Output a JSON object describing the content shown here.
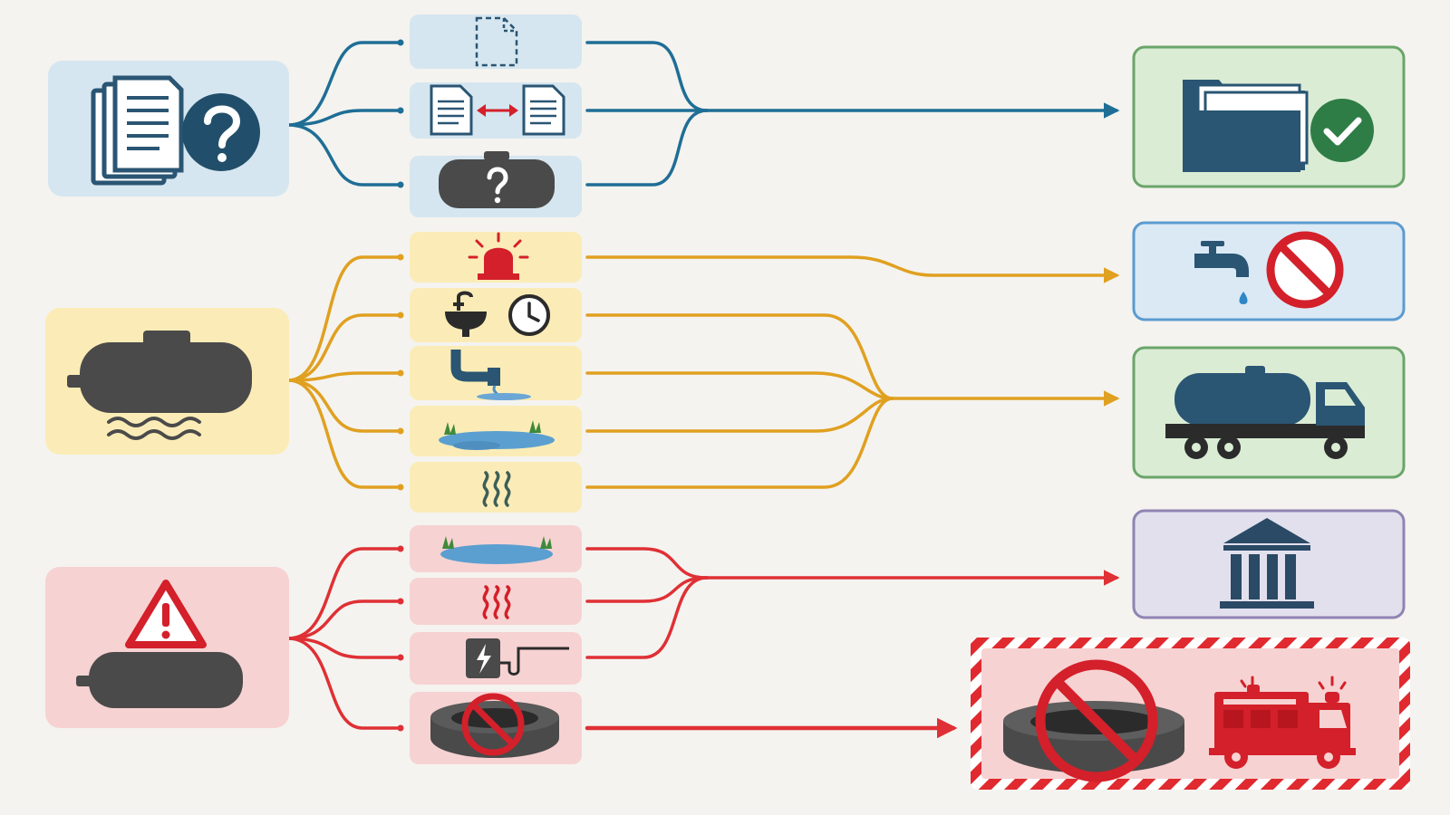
{
  "palette": {
    "background": "#f4f3ef",
    "blue_flow": "#1f6e96",
    "orange_flow": "#e0a020",
    "red_flow": "#df3035",
    "dark_icon": "#2a5573",
    "grey_icon": "#4a4a4a",
    "green_check": "#2f7d46",
    "no_sign_red": "#d3202a",
    "blue_box": "#d6e6f0",
    "yellow_box": "#fbecb7",
    "red_box": "#f7d2d2",
    "green_outcome": "#dbecd5",
    "green_outcome_border": "#6aa56a",
    "blue_outcome": "#dbe9f5",
    "blue_outcome_border": "#5b9bd0",
    "purple_outcome": "#e3e0ee",
    "purple_outcome_border": "#8f84b3",
    "hazard_stripe": "#e02a2f"
  },
  "groups": [
    {
      "id": "records",
      "color": "blue",
      "source_icons": [
        "document-stack-icon",
        "question-circle-icon"
      ],
      "conditions": [
        {
          "icon": "missing-document-icon"
        },
        {
          "icon": "conflicting-documents-icon"
        },
        {
          "icon": "unknown-tank-icon"
        }
      ],
      "outcome_icons": [
        "folder-icon",
        "check-circle-icon"
      ]
    },
    {
      "id": "tank",
      "color": "orange",
      "source_icons": [
        "tank-icon",
        "water-waves-icon"
      ],
      "conditions": [
        {
          "icon": "alarm-light-icon"
        },
        {
          "icon": "slow-drain-clock-icon"
        },
        {
          "icon": "pipe-leak-icon"
        },
        {
          "icon": "wet-ground-icon"
        },
        {
          "icon": "odor-icon"
        }
      ],
      "outcomes": [
        {
          "icons": [
            "faucet-icon",
            "no-symbol-icon"
          ]
        },
        {
          "icons": [
            "pump-truck-icon"
          ]
        }
      ]
    },
    {
      "id": "hazard",
      "color": "red",
      "source_icons": [
        "warning-triangle-icon",
        "tank-icon"
      ],
      "conditions": [
        {
          "icon": "surface-pooling-icon"
        },
        {
          "icon": "odor-icon"
        },
        {
          "icon": "electrical-hazard-icon"
        },
        {
          "icon": "open-lid-no-entry-icon"
        }
      ],
      "outcomes": [
        {
          "icons": [
            "government-building-icon"
          ]
        },
        {
          "icons": [
            "no-entry-pit-icon",
            "fire-truck-icon"
          ]
        }
      ]
    }
  ]
}
